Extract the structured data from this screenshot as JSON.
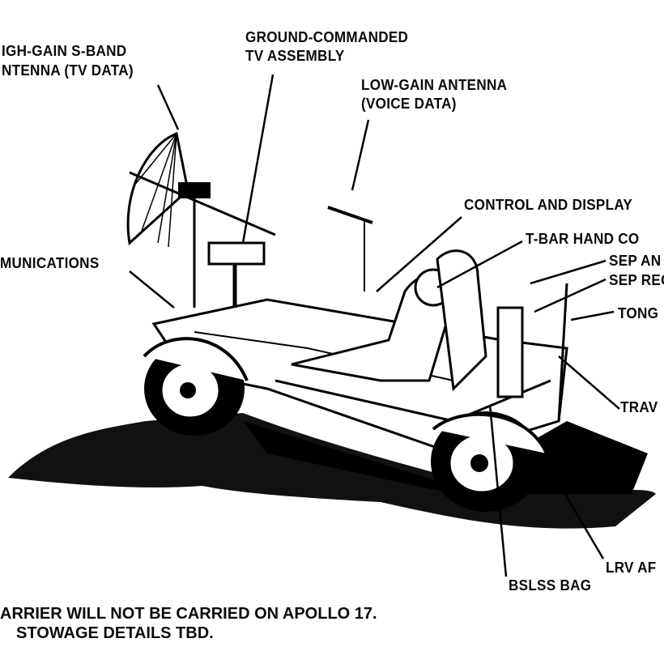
{
  "labels": {
    "high_gain_1": "IGH-GAIN S-BAND",
    "high_gain_2": "NTENNA (TV DATA)",
    "tv_1": "GROUND-COMMANDED",
    "tv_2": "TV ASSEMBLY",
    "low_gain_1": "LOW-GAIN ANTENNA",
    "low_gain_2": "(VOICE DATA)",
    "control_display": "CONTROL AND DISPLAY",
    "t_bar": "T-BAR HAND CO",
    "sep_an": "SEP AN",
    "sep_rec": "SEP REC",
    "tong": "TONG",
    "communications": "MUNICATIONS",
    "trav": "TRAV",
    "lrv_aft": "LRV AF",
    "bslss": "BSLSS BAG"
  },
  "notes": {
    "line1": "ARRIER WILL NOT BE CARRIED ON APOLLO 17.",
    "line2": "STOWAGE DETAILS TBD."
  }
}
